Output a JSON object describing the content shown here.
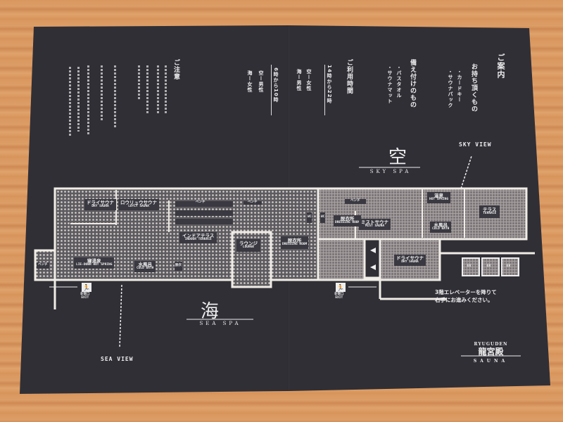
{
  "right_page": {
    "guide_title": "ご案内",
    "bring_title": "お持ち頂くもの",
    "bring_items": [
      "・カードキー",
      "・サウナパック"
    ],
    "provided_title": "備え付けのもの",
    "provided_items": [
      "・バスタオル",
      "・サウナマット"
    ],
    "hours_title": "ご利用時間",
    "hours_evening": "14時から22時",
    "evening_sky": "空ー女性",
    "evening_sea": "海ー男性"
  },
  "left_page": {
    "hours_morning": "6時から10時",
    "morning_sky": "空ー男性",
    "morning_sea": "海ー女性",
    "caution_title": "ご注意"
  },
  "map": {
    "sky": {
      "kanji": "空",
      "label": "SKY SPA"
    },
    "sea": {
      "kanji": "海",
      "label": "SEA SPA"
    },
    "sky_view": "SKY VIEW",
    "sea_view": "SEA VIEW",
    "rooms": {
      "dry_sauna_sea": {
        "ja": "ドライサウナ",
        "en": "DRY SAUNA"
      },
      "loyly_sauna": {
        "ja": "ロウリュウサウナ",
        "en": "LOYLY SAUNA"
      },
      "bench_1": {
        "ja": "ベンチ"
      },
      "bench_2": {
        "ja": "ベンチ"
      },
      "bench_left": {
        "ja": "ベンチ"
      },
      "indoor_terrace": {
        "ja": "インドアテラス",
        "en": "INDOOR TERRACE"
      },
      "lounge": {
        "ja": "ラウンジ",
        "en": "LOUNGE"
      },
      "dressing_sea": {
        "ja": "脱衣所",
        "en": "DRESSING ROOM"
      },
      "wc_1": {
        "ja": "WC"
      },
      "wc_2": {
        "ja": "WC"
      },
      "lie_down": {
        "ja": "寝湯泉",
        "en": "LIE-DOWN HOT SPRING"
      },
      "cold_bath_sea": {
        "ja": "水風呂",
        "en": "COLD BATH"
      },
      "small_room": {
        "ja": "脱衣"
      },
      "bench_sky": {
        "ja": "ベンチ"
      },
      "dressing_sky": {
        "ja": "脱衣所",
        "en": "DRESSING ROOM"
      },
      "mist_sauna": {
        "ja": "ミストサウナ",
        "en": "MIST SAUNA"
      },
      "hot_spring": {
        "ja": "温泉",
        "en": "HOT SPRING"
      },
      "cold_bath_sky": {
        "ja": "水風呂",
        "en": "COLD BATH"
      },
      "terrace": {
        "ja": "テラス",
        "en": "TERRACE"
      },
      "dry_sauna_sky": {
        "ja": "ドライサウナ",
        "en": "DRY SAUNA"
      }
    },
    "elevators": [
      "EV",
      "EV",
      "EV"
    ],
    "exit_ja": "非常口",
    "exit_en": "EXIT",
    "directions_line1": "3階エレベーターを降りて",
    "directions_line2": "右手にお進みください。"
  },
  "logo": {
    "top": "RYUGUDEN",
    "kanji": "龍宮殿",
    "bottom": "SAUNA"
  },
  "colors": {
    "paper": "#302f36",
    "ink": "#eeeeee",
    "wood": "#d9975f"
  }
}
